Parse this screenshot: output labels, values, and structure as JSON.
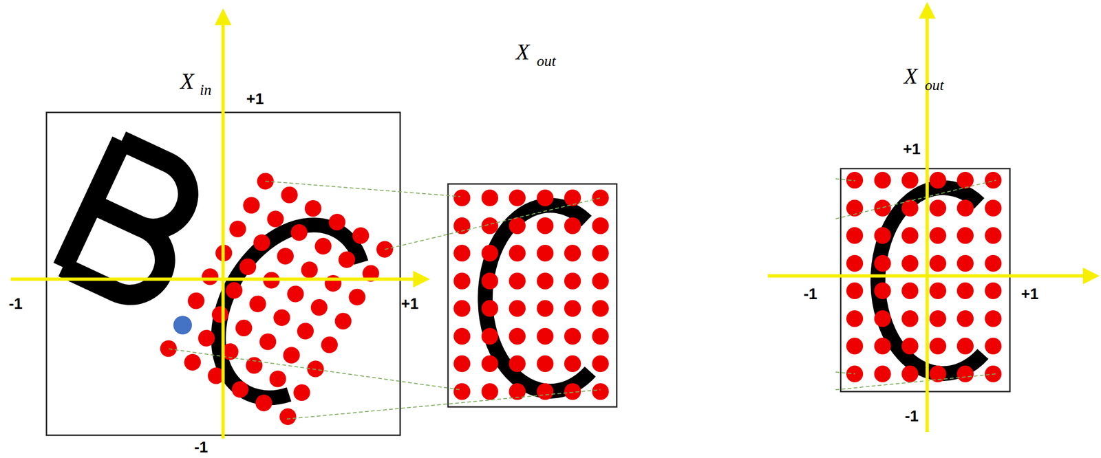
{
  "diagram": {
    "labels": [
      "X",
      "in",
      "+1",
      "-1",
      "-1",
      "+1",
      "X",
      "out",
      "X",
      "out",
      "+1",
      "-1",
      "-1",
      "+1"
    ]
  }
}
